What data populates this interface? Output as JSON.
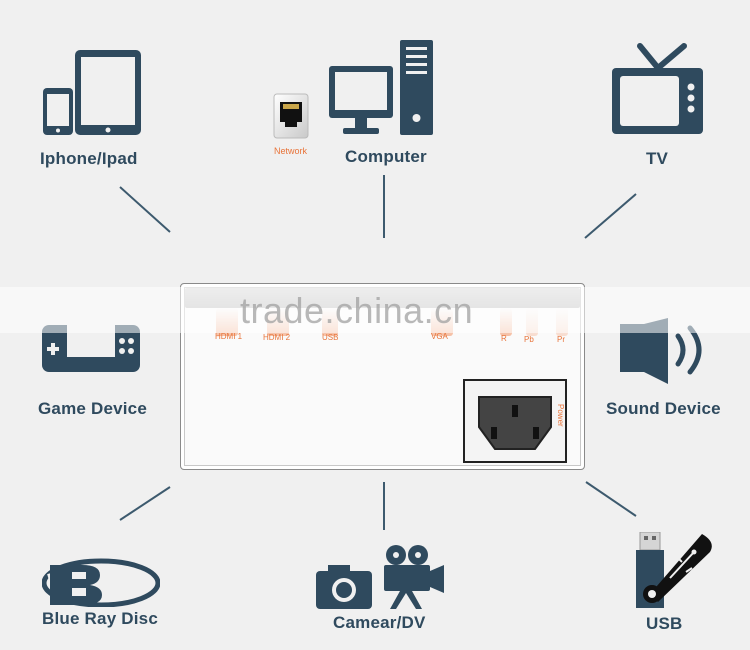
{
  "devices": {
    "iphone_ipad": "Iphone/Ipad",
    "computer": "Computer",
    "network": "Network",
    "tv": "TV",
    "game_device": "Game Device",
    "sound_device": "Sound Device",
    "blu_ray": "Blue Ray Disc",
    "camera_dv": "Camear/DV",
    "usb": "USB"
  },
  "box": {
    "ports": {
      "hdmi1": "HDMI 1",
      "hdmi2": "HDMI 2",
      "usb": "USB",
      "vga": "VGA",
      "r": "R",
      "pb": "Pb",
      "pr": "Pr"
    },
    "power": "Power"
  },
  "watermark": "trade.china.cn",
  "colors": {
    "icon": "#2f4a5e",
    "accent": "#e8743a",
    "background": "#f0f0f0"
  }
}
